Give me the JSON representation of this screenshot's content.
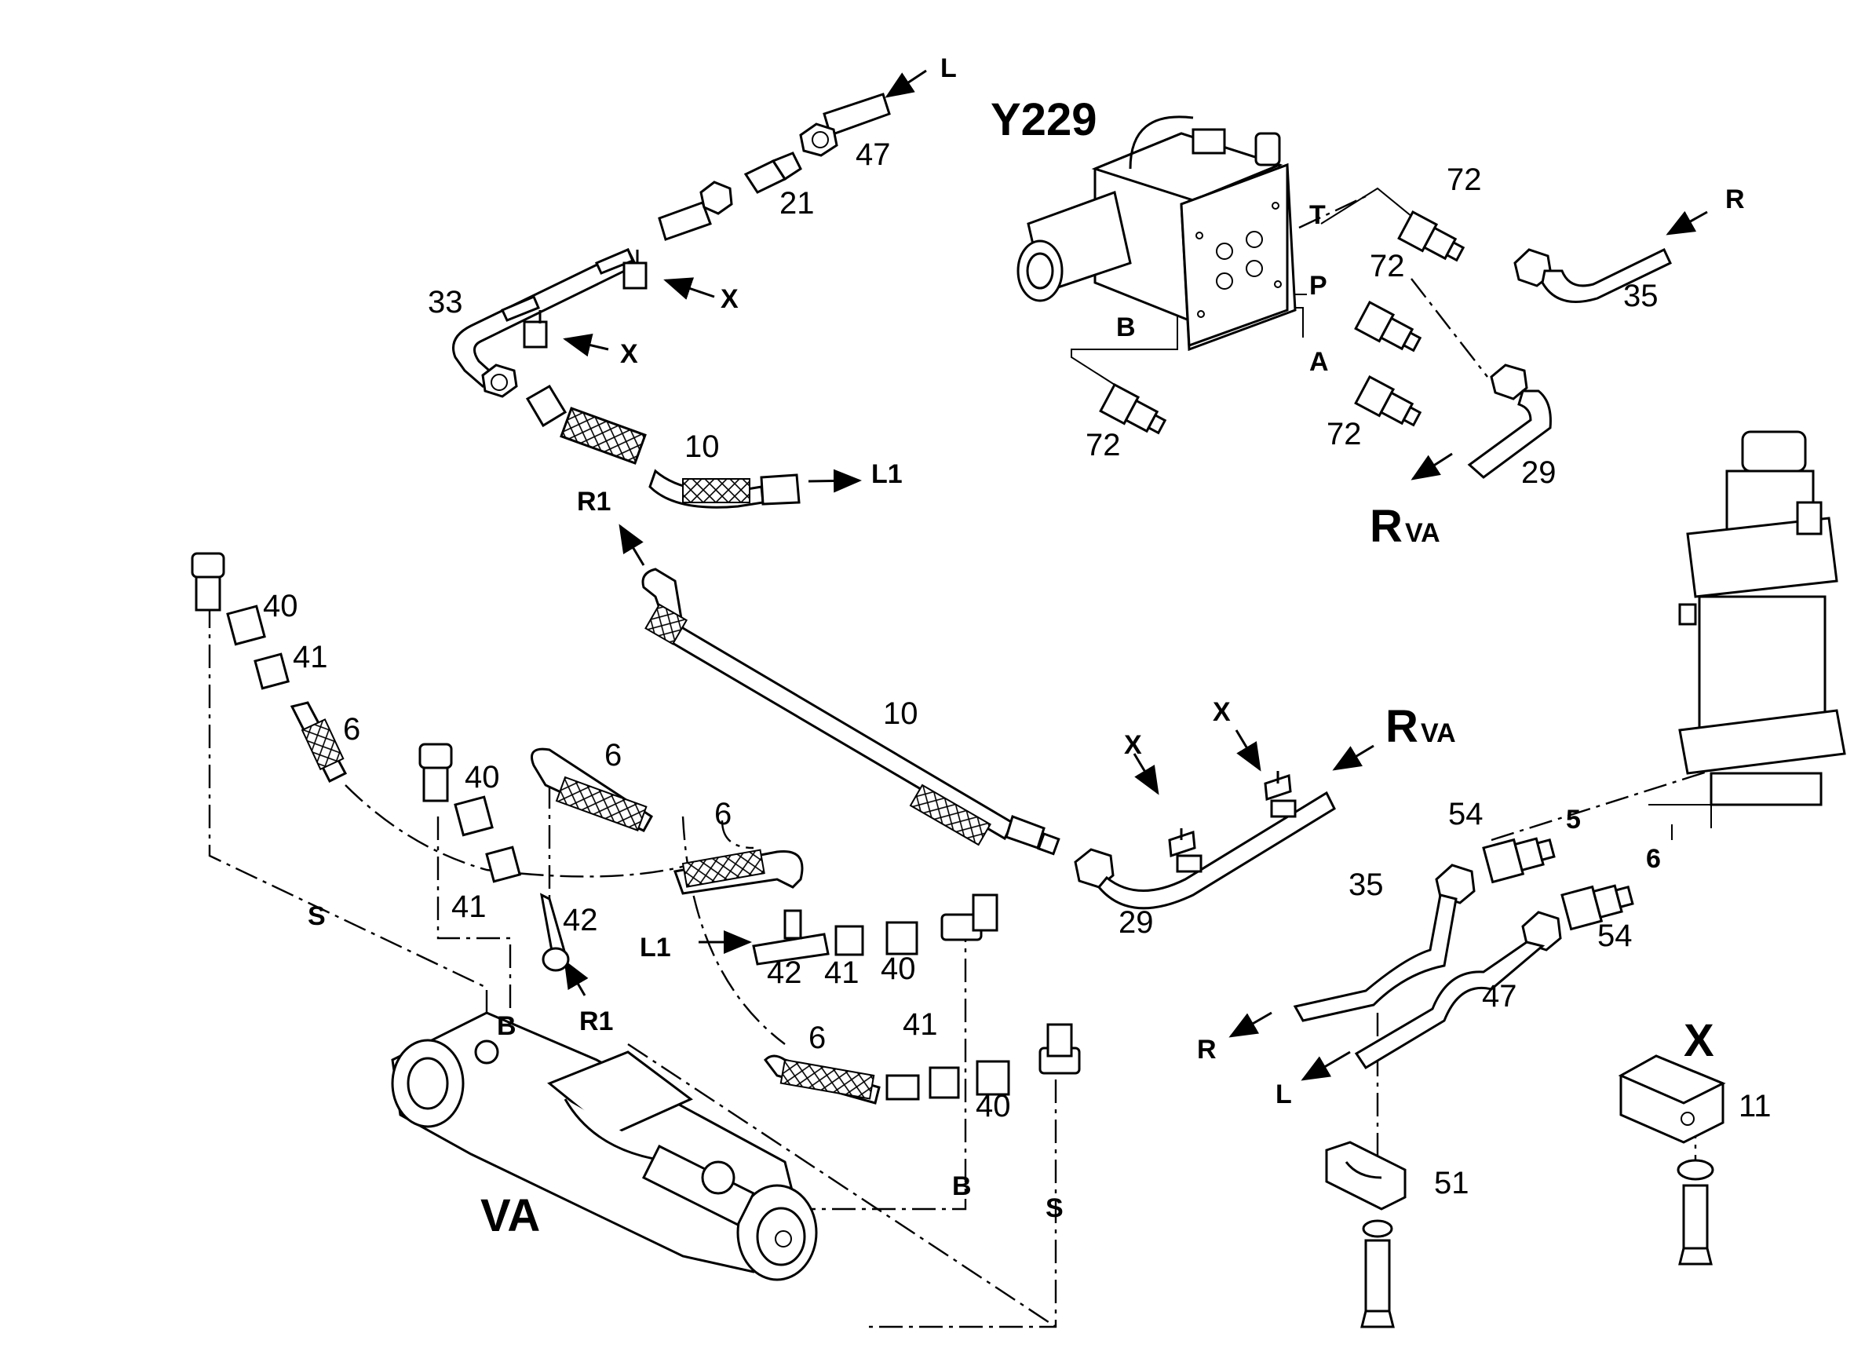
{
  "title": "Y229",
  "assembly": "VA",
  "callouts": {
    "c47a": "47",
    "c21": "21",
    "c33": "33",
    "c10a": "10",
    "c72a": "72",
    "c72b": "72",
    "c72c": "72",
    "c72d": "72",
    "c35a": "35",
    "c29a": "29",
    "c40a": "40",
    "c41a": "41",
    "c6a": "6",
    "c40b": "40",
    "c6b": "6",
    "c6c": "6",
    "c10b": "10",
    "c41b": "41",
    "c42a": "42",
    "c42b": "42",
    "c41c": "41",
    "c40c": "40",
    "c41d": "41",
    "c6d": "6",
    "c40d": "40",
    "c29b": "29",
    "c54a": "54",
    "c54b": "54",
    "c5": "5",
    "c6e": "6",
    "c35b": "35",
    "c47b": "47",
    "c11": "11",
    "c51": "51"
  },
  "letters": {
    "L_top": "L",
    "X_a": "X",
    "X_b": "X",
    "L1_a": "L1",
    "R1_a": "R1",
    "T": "T",
    "P": "P",
    "B_port": "B",
    "A_port": "A",
    "R_top": "R",
    "S_a": "S",
    "B_a": "B",
    "R1_b": "R1",
    "L1_b": "L1",
    "B_b": "B",
    "S_b": "S",
    "X_c": "X",
    "X_d": "X",
    "R_bot": "R",
    "L_bot": "L",
    "X_detail": "X"
  },
  "rva": [
    {
      "main": "R",
      "sub": "VA"
    },
    {
      "main": "R",
      "sub": "VA"
    }
  ]
}
